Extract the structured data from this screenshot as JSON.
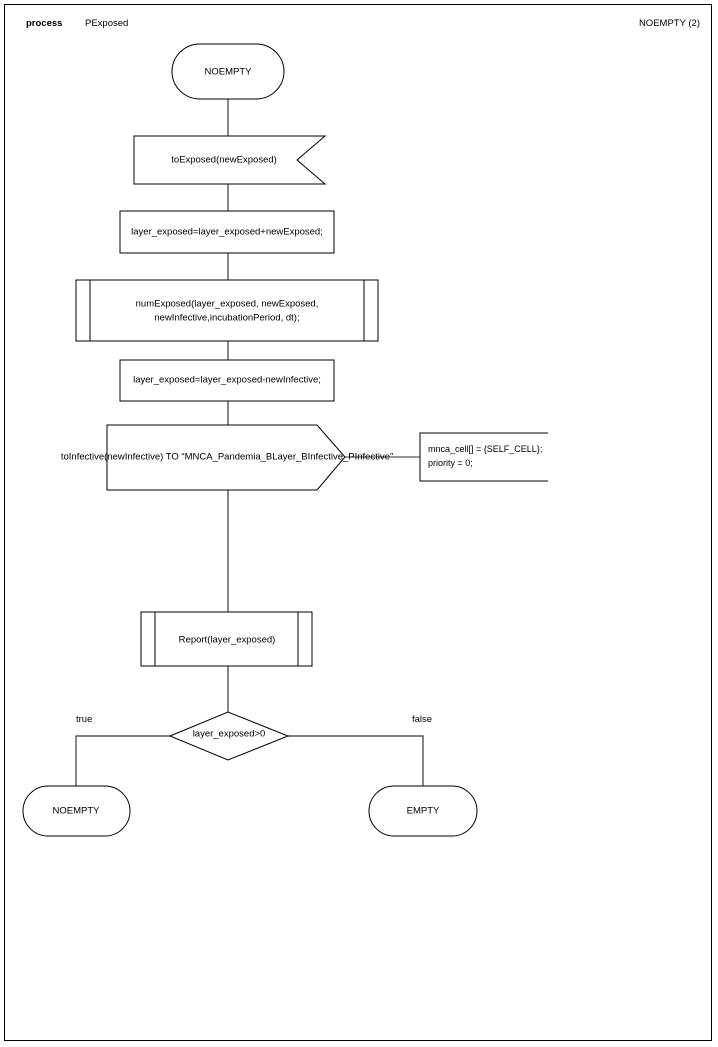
{
  "header": {
    "process_label": "process",
    "process_name": "PExposed",
    "state_ref": "NOEMPTY (2)"
  },
  "diagram": {
    "type": "sdl-process-flowchart",
    "nodes": [
      {
        "id": "start-state",
        "kind": "state",
        "text": "NOEMPTY"
      },
      {
        "id": "input-signal",
        "kind": "input",
        "text": "toExposed(newExposed)"
      },
      {
        "id": "task-1",
        "kind": "task",
        "text": "layer_exposed=layer_exposed+newExposed;"
      },
      {
        "id": "procedure-1",
        "kind": "procedure",
        "text_line1": "numExposed(layer_exposed, newExposed,",
        "text_line2": "newInfective,incubationPeriod, dt);"
      },
      {
        "id": "task-2",
        "kind": "task",
        "text": "layer_exposed=layer_exposed-newInfective;"
      },
      {
        "id": "output-signal",
        "kind": "output",
        "text": "toInfective(newInfective) TO “MNCA_Pandemia_BLayer_BInfective_PInfective”"
      },
      {
        "id": "comment-1",
        "kind": "comment",
        "text_line1": "mnca_cell[] = {SELF_CELL};",
        "text_line2": "priority = 0;"
      },
      {
        "id": "procedure-2",
        "kind": "procedure",
        "text": "Report(layer_exposed)"
      },
      {
        "id": "decision-1",
        "kind": "decision",
        "text": "layer_exposed>0"
      },
      {
        "id": "branch-true",
        "kind": "branch-label",
        "text": "true"
      },
      {
        "id": "branch-false",
        "kind": "branch-label",
        "text": "false"
      },
      {
        "id": "end-noempty",
        "kind": "state",
        "text": "NOEMPTY"
      },
      {
        "id": "end-empty",
        "kind": "state",
        "text": "EMPTY"
      }
    ],
    "colors": {
      "stroke": "#000000",
      "connector": "#555555",
      "background": "#ffffff",
      "text": "#000000"
    }
  }
}
